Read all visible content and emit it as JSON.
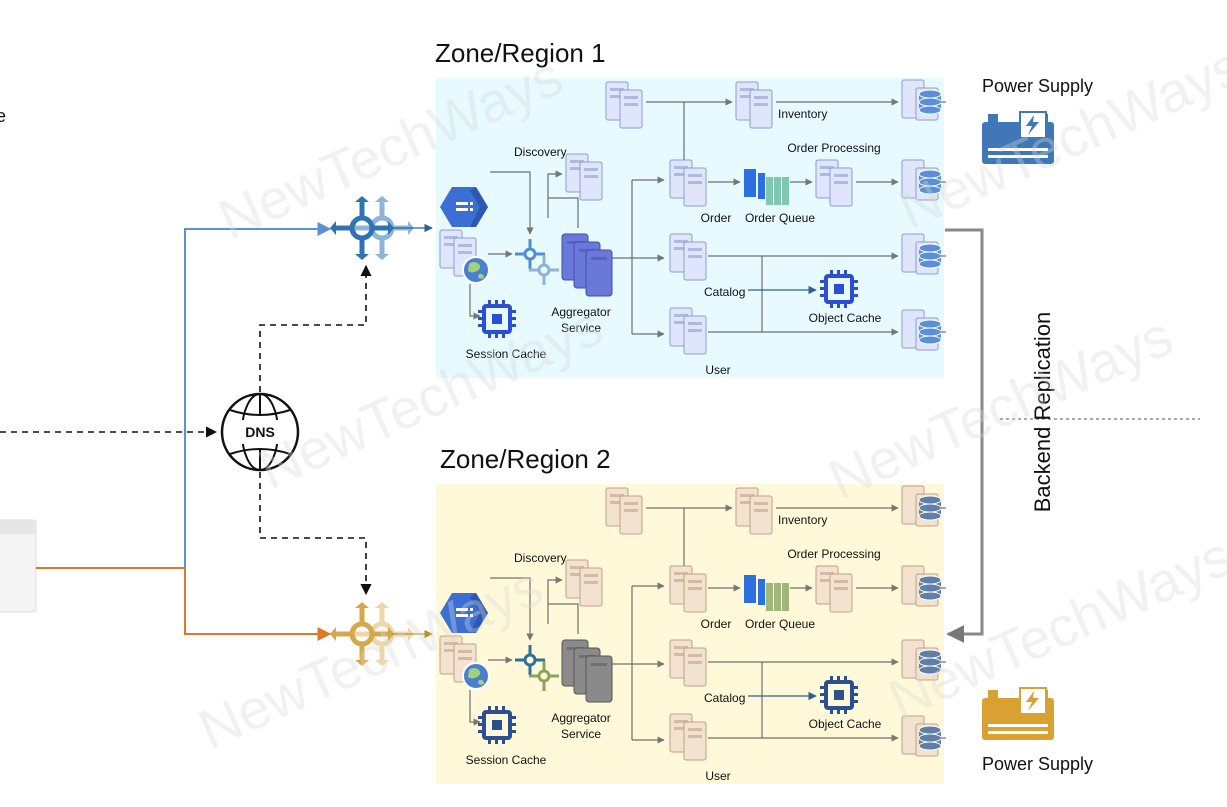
{
  "zones": [
    {
      "title": "Zone/Region 1",
      "labels": {
        "discovery": "Discovery",
        "inventory": "Inventory",
        "order_processing": "Order Processing",
        "order": "Order",
        "order_queue": "Order Queue",
        "catalog": "Catalog",
        "object_cache": "Object Cache",
        "user": "User",
        "session_cache": "Session Cache",
        "aggregator_line1": "Aggregator",
        "aggregator_line2": "Service"
      },
      "colors": {
        "background": "#e6faff",
        "server": "#dfe6fb",
        "server_stroke": "#8e9ccf",
        "db": "#5b8fd6",
        "chip": "#2b4fd0",
        "gateway": "#2f73b5",
        "gateway_alt": "#8fb3d9",
        "queue_head": "#2b6fe0",
        "queue_tail": "#7fc7b0"
      }
    },
    {
      "title": "Zone/Region 2",
      "labels": {
        "discovery": "Discovery",
        "inventory": "Inventory",
        "order_processing": "Order Processing",
        "order": "Order",
        "order_queue": "Order Queue",
        "catalog": "Catalog",
        "object_cache": "Object Cache",
        "user": "User",
        "session_cache": "Session Cache",
        "aggregator_line1": "Aggregator",
        "aggregator_line2": "Service"
      },
      "colors": {
        "background": "#fff8d9",
        "server": "#f2e2cf",
        "server_stroke": "#bfa285",
        "db": "#5f7fa6",
        "chip": "#2c4f8f",
        "gateway": "#d4a84b",
        "gateway_alt": "#edd7a8",
        "queue_head": "#2b6fe0",
        "queue_tail": "#9fb87a"
      }
    }
  ],
  "power_supply": [
    {
      "label": "Power Supply",
      "color": "#3f77b8"
    },
    {
      "label": "Power Supply",
      "color": "#d9a032"
    }
  ],
  "dns": {
    "label": "DNS"
  },
  "replication": {
    "label": "Backend Replication"
  },
  "left_partial_text": "e",
  "watermark": "NewTechWays",
  "icons": [
    "gateway-icon",
    "load-balancer-icon",
    "server-icon",
    "database-icon",
    "cache-chip-icon",
    "queue-icon",
    "globe-icon",
    "dns-icon",
    "power-supply-icon",
    "client-window-icon"
  ],
  "colors": {
    "blue_line": "#5a93cf",
    "orange_line": "#e0782c",
    "gray_line": "#888888"
  }
}
